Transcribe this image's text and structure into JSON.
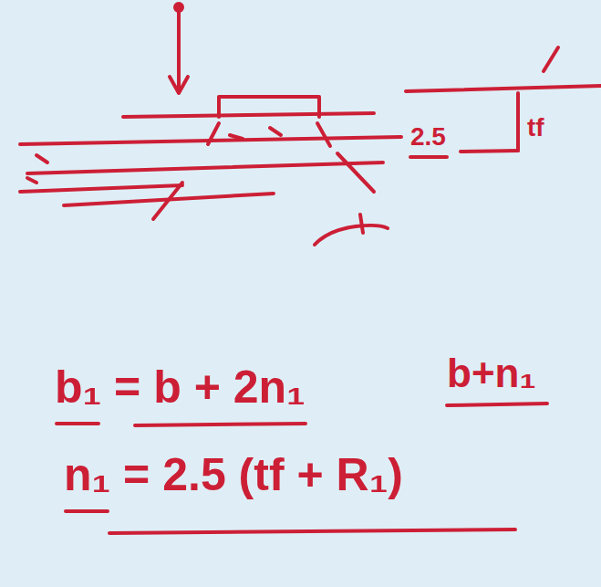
{
  "diagram": {
    "labels": [
      "2.5",
      "tf",
      "b₁ = b + 2n₁",
      "b+n₁",
      "n₁ = 2.5 (tf + R₁)"
    ]
  }
}
